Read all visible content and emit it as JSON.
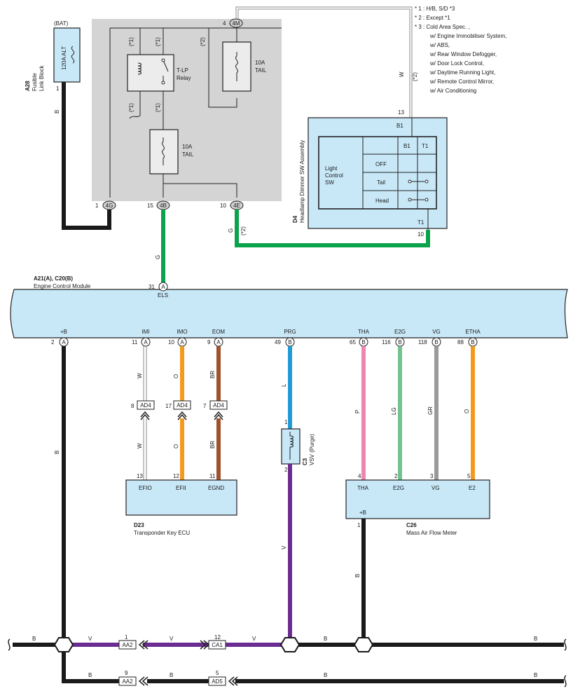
{
  "notes": [
    "* 1 : H/B,  S/D *3",
    "* 2 : Except *1",
    "* 3 : Cold Area Spec. ,",
    "w/ Engine Immobiliser System,",
    "w/ ABS,",
    "w/ Rear Window Defogger,",
    "w/ Door Lock Control,",
    "w/ Daytime Running Light,",
    "w/ Remote Control Mirror,",
    "w/ Air Conditioning"
  ],
  "fusible": {
    "bat": "(BAT)",
    "fuse": "120A ALT",
    "code": "A28",
    "name1": "Fusible",
    "name2": "Link Block",
    "pin": "1",
    "wire": "B"
  },
  "relay_block": {
    "relay_name1": "T-LP",
    "relay_name2": "Relay",
    "fuse_tail_upper_a": "10A",
    "fuse_tail_upper_b": "TAIL",
    "fuse_tail_lower_a": "10A",
    "fuse_tail_lower_b": "TAIL",
    "note1": "(*1)",
    "note2": "(*2)",
    "top_pin": "4",
    "top_conn": "4M",
    "bottom": [
      {
        "pin": "1",
        "conn": "4G"
      },
      {
        "pin": "15",
        "conn": "4B"
      },
      {
        "pin": "10",
        "conn": "4E"
      }
    ]
  },
  "headlamp": {
    "code": "D4",
    "name": "Headlamp Dimmer SW Assembly",
    "pin_top": "13",
    "b1": "B1",
    "t1": "T1",
    "pin_bottom": "10",
    "light_control_1": "Light",
    "light_control_2": "Control",
    "light_control_3": "SW",
    "col_b1": "B1",
    "col_t1": "T1",
    "rows": [
      "OFF",
      "Tail",
      "Head"
    ],
    "wire_w": "W",
    "wire_note": "(*2)",
    "wire_g": "G",
    "wire_g_note": "(*2)"
  },
  "ecm": {
    "code": "A21(A), C20(B)",
    "name": "Engine Control Module",
    "els_pin": "31",
    "els_conn": "A",
    "els": "ELS",
    "els_wire": "G",
    "terminals": [
      {
        "name": "+B",
        "pin": "2",
        "conn": "A"
      },
      {
        "name": "IMI",
        "pin": "11",
        "conn": "A"
      },
      {
        "name": "IMO",
        "pin": "10",
        "conn": "A"
      },
      {
        "name": "EOM",
        "pin": "9",
        "conn": "A"
      },
      {
        "name": "PRG",
        "pin": "49",
        "conn": "B"
      },
      {
        "name": "THA",
        "pin": "65",
        "conn": "B"
      },
      {
        "name": "E2G",
        "pin": "116",
        "conn": "B"
      },
      {
        "name": "VG",
        "pin": "118",
        "conn": "B"
      },
      {
        "name": "ETHA",
        "pin": "88",
        "conn": "B"
      }
    ]
  },
  "transponder": {
    "code": "D23",
    "name": "Transponder Key ECU",
    "connectors": [
      {
        "pin": "8",
        "conn": "AD4",
        "wire": "W"
      },
      {
        "pin": "17",
        "conn": "AD4",
        "wire": "O"
      },
      {
        "pin": "7",
        "conn": "AD4",
        "wire": "BR"
      }
    ],
    "pins": [
      {
        "num": "13",
        "name": "EFIO"
      },
      {
        "num": "12",
        "name": "EFII"
      },
      {
        "num": "11",
        "name": "EGND"
      }
    ]
  },
  "vsv": {
    "code": "C3",
    "name": "VSV (Purge)",
    "pin1": "1",
    "pin2": "2",
    "wire_top": "L",
    "wire_bottom": "V"
  },
  "maf": {
    "code": "C26",
    "name": "Mass Air Flow Meter",
    "plus_b": "+B",
    "pin_b": "1",
    "wire_b": "B",
    "pins": [
      {
        "num": "4",
        "name": "THA",
        "wire": "P"
      },
      {
        "num": "2",
        "name": "E2G",
        "wire": "LG"
      },
      {
        "num": "3",
        "name": "VG",
        "wire": "GR"
      },
      {
        "num": "5",
        "name": "E2",
        "wire": "O"
      }
    ]
  },
  "ground_bus": {
    "wire_b": "B",
    "wire_left": "B",
    "wire_v1": "V",
    "wire_v2": "V",
    "wire_v3": "V",
    "conn_aa2_pin": "1",
    "conn_aa2": "AA2",
    "conn_ca1_pin": "12",
    "conn_ca1": "CA1",
    "wire_b_mid": "B",
    "wire_b_right": "B",
    "lower_aa2_pin": "9",
    "lower_aa2": "AA2",
    "lower_ad5_pin": "5",
    "lower_ad5": "AD5",
    "lower_b1": "B",
    "lower_b2": "B",
    "lower_b3": "B",
    "lower_b4": "B"
  },
  "colors": {
    "black": "#1a1a1a",
    "green": "#0aa24a",
    "orange": "#f39a1e",
    "brown": "#a0522d",
    "blue": "#1e9ad6",
    "purple": "#6a2c91",
    "pink": "#ef85b1",
    "lightgreen": "#72c38f",
    "gray": "#9a9a9a",
    "white_wire": "#9a9a9a",
    "box_fill": "#c8e8f8",
    "relay_fill": "#d4d4d4"
  }
}
